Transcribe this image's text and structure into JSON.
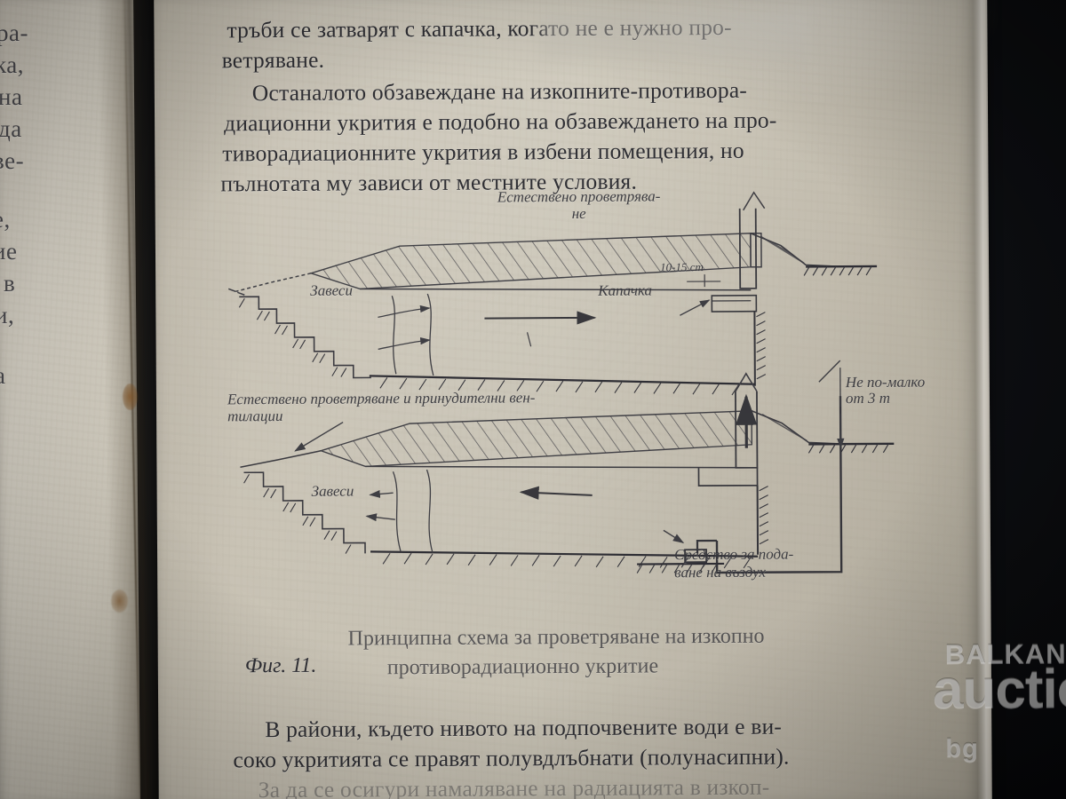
{
  "photo": {
    "subject": "open-book-page-photograph",
    "background_color": "#08090b",
    "paper_color": "#c9c3b5",
    "ink_color": "#2e2e33"
  },
  "left_page": {
    "visible_fragments": [
      "ра-",
      "ка,",
      "на",
      "да",
      "ве-",
      "е,",
      "ие",
      "в",
      "и,",
      "а",
      "."
    ]
  },
  "body_text": {
    "top_paragraph": [
      "тръби се затварят с капачка, когато не е нужно про-",
      "ветряване."
    ],
    "second_paragraph": [
      "Останалото обзавеждане на изкопните-противора-",
      "диационни укрития е подобно на обзавеждането на про-",
      "тиворадиационните укрития в избени помещения, но",
      "пълнотата му зависи от местните условия."
    ],
    "bottom_paragraph": [
      "В райони, където нивото на подпочвените води е ви-",
      "соко укритията се правят полувдлъбнати (полунасипни).",
      "За да се осигури намаляване на радиацията в изкоп-"
    ]
  },
  "figure": {
    "caption_prefix": "Фиг. 11.",
    "caption_line1": "Принципна схема за проветряване на изкопно",
    "caption_line2": "противорадиационно укритие",
    "scheme_top": {
      "title": "Естествено проветрява-\nне",
      "labels": {
        "curtains": "Завеси",
        "cap": "Капачка",
        "thickness": "10-15 cm"
      }
    },
    "scheme_bottom": {
      "title": "Естествено проветряване и принудителни вен-\nтилации",
      "labels": {
        "curtains": "Завеси",
        "min_distance": "Не по-малко\nот 3 m",
        "air_supply": "Средство за пода-\nване на въздух"
      }
    }
  },
  "watermark": {
    "line1": "BALKAN",
    "line2": "auction",
    "line3": "bg"
  }
}
